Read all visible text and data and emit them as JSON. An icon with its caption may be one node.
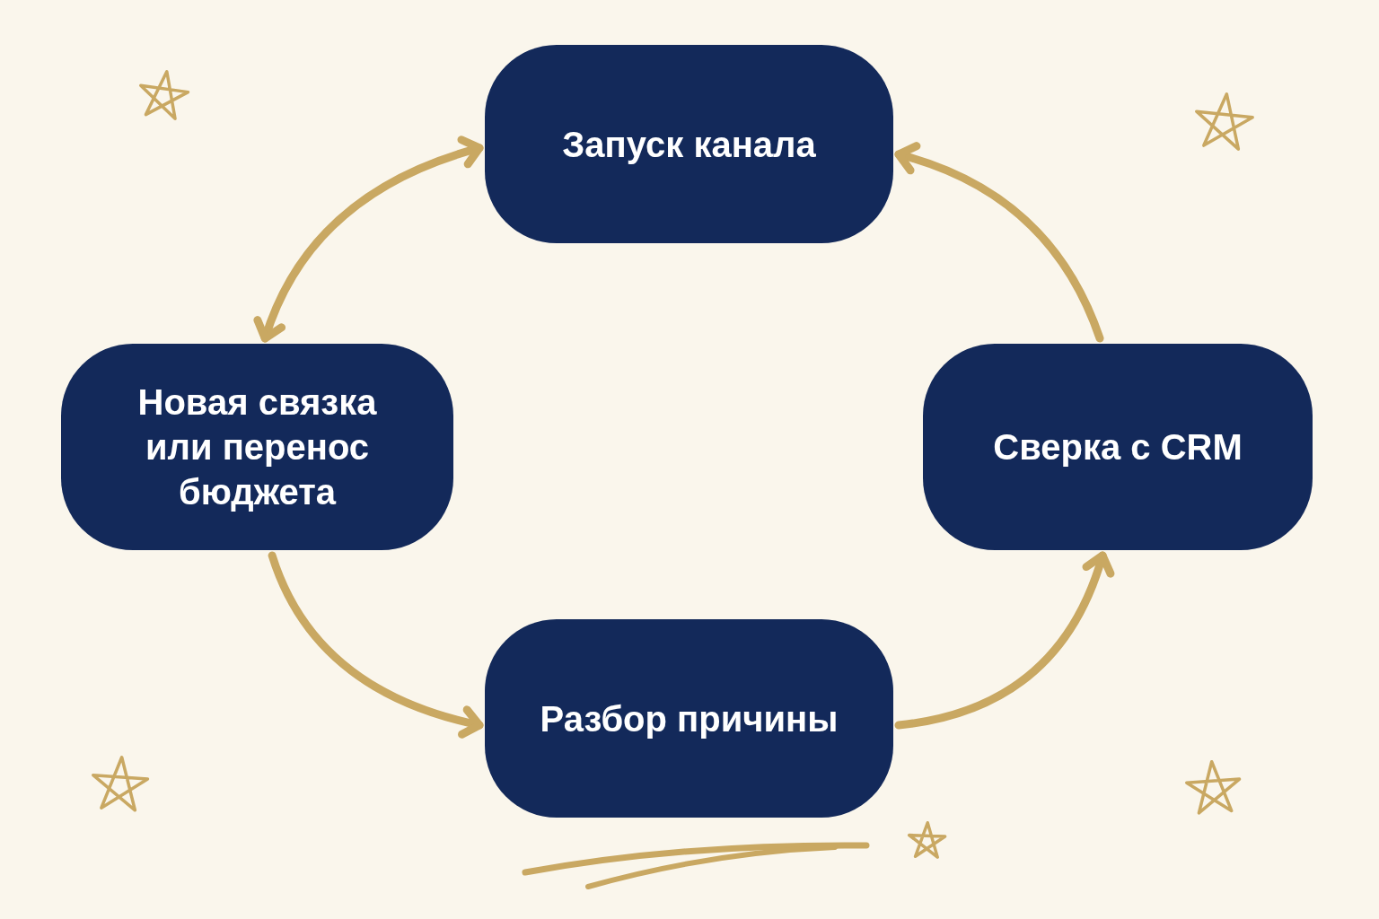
{
  "diagram": {
    "nodes": [
      {
        "text": [
          "Запуск канала"
        ]
      },
      {
        "text": [
          "Новая связка или перенос бюджета"
        ]
      },
      {
        "text": [
          "Сверка с CRM"
        ]
      },
      {
        "text": [
          "Разбор причины"
        ]
      }
    ],
    "edges": [
      {
        "from": 1,
        "to": 0,
        "arrow": "both"
      },
      {
        "from": 2,
        "to": 0,
        "arrow": "to"
      },
      {
        "from": 1,
        "to": 3,
        "arrow": "to"
      },
      {
        "from": 3,
        "to": 2,
        "arrow": "to"
      }
    ]
  }
}
